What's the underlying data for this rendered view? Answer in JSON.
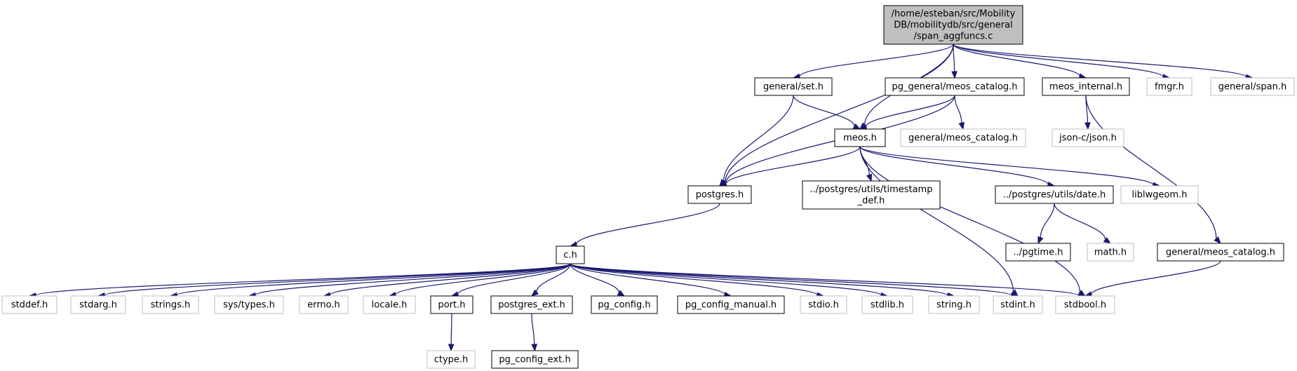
{
  "colors": {
    "edge": "#191970",
    "root_fill": "#bfbfbf",
    "box_border_black": "#000000",
    "box_border_gray": "#bfbfbf",
    "text": "#000000"
  },
  "nodes": [
    {
      "id": "root",
      "lines": [
        "/home/esteban/src/Mobility",
        "DB/mobilitydb/src/general",
        "/span_aggfuncs.c"
      ],
      "style": "root"
    },
    {
      "id": "general_set",
      "lines": [
        "general/set.h"
      ],
      "style": "black"
    },
    {
      "id": "pg_general_meos_catalog",
      "lines": [
        "pg_general/meos_catalog.h"
      ],
      "style": "black"
    },
    {
      "id": "meos_internal",
      "lines": [
        "meos_internal.h"
      ],
      "style": "black"
    },
    {
      "id": "fmgr",
      "lines": [
        "fmgr.h"
      ],
      "style": "gray"
    },
    {
      "id": "general_span",
      "lines": [
        "general/span.h"
      ],
      "style": "gray"
    },
    {
      "id": "meos",
      "lines": [
        "meos.h"
      ],
      "style": "black"
    },
    {
      "id": "general_meos_catalog_gray",
      "lines": [
        "general/meos_catalog.h"
      ],
      "style": "gray"
    },
    {
      "id": "json",
      "lines": [
        "json-c/json.h"
      ],
      "style": "gray"
    },
    {
      "id": "postgres",
      "lines": [
        "postgres.h"
      ],
      "style": "black"
    },
    {
      "id": "timestamp_def",
      "lines": [
        "../postgres/utils/timestamp",
        "_def.h"
      ],
      "style": "black"
    },
    {
      "id": "date",
      "lines": [
        "../postgres/utils/date.h"
      ],
      "style": "black"
    },
    {
      "id": "liblwgeom",
      "lines": [
        "liblwgeom.h"
      ],
      "style": "gray"
    },
    {
      "id": "pgtime",
      "lines": [
        "../pgtime.h"
      ],
      "style": "black"
    },
    {
      "id": "math",
      "lines": [
        "math.h"
      ],
      "style": "gray"
    },
    {
      "id": "general_meos_catalog",
      "lines": [
        "general/meos_catalog.h"
      ],
      "style": "black"
    },
    {
      "id": "c",
      "lines": [
        "c.h"
      ],
      "style": "black"
    },
    {
      "id": "stddef",
      "lines": [
        "stddef.h"
      ],
      "style": "gray"
    },
    {
      "id": "stdarg",
      "lines": [
        "stdarg.h"
      ],
      "style": "gray"
    },
    {
      "id": "strings",
      "lines": [
        "strings.h"
      ],
      "style": "gray"
    },
    {
      "id": "sys_types",
      "lines": [
        "sys/types.h"
      ],
      "style": "gray"
    },
    {
      "id": "errno",
      "lines": [
        "errno.h"
      ],
      "style": "gray"
    },
    {
      "id": "locale",
      "lines": [
        "locale.h"
      ],
      "style": "gray"
    },
    {
      "id": "port",
      "lines": [
        "port.h"
      ],
      "style": "black"
    },
    {
      "id": "postgres_ext",
      "lines": [
        "postgres_ext.h"
      ],
      "style": "black"
    },
    {
      "id": "pg_config",
      "lines": [
        "pg_config.h"
      ],
      "style": "black"
    },
    {
      "id": "pg_config_manual",
      "lines": [
        "pg_config_manual.h"
      ],
      "style": "black"
    },
    {
      "id": "stdio",
      "lines": [
        "stdio.h"
      ],
      "style": "gray"
    },
    {
      "id": "stdlib",
      "lines": [
        "stdlib.h"
      ],
      "style": "gray"
    },
    {
      "id": "string",
      "lines": [
        "string.h"
      ],
      "style": "gray"
    },
    {
      "id": "stdint",
      "lines": [
        "stdint.h"
      ],
      "style": "gray"
    },
    {
      "id": "stdbool",
      "lines": [
        "stdbool.h"
      ],
      "style": "gray"
    },
    {
      "id": "ctype",
      "lines": [
        "ctype.h"
      ],
      "style": "gray"
    },
    {
      "id": "pg_config_ext",
      "lines": [
        "pg_config_ext.h"
      ],
      "style": "black"
    }
  ],
  "edges": [
    [
      "root",
      "postgres"
    ],
    [
      "root",
      "general_set"
    ],
    [
      "root",
      "meos"
    ],
    [
      "root",
      "pg_general_meos_catalog"
    ],
    [
      "root",
      "meos_internal"
    ],
    [
      "root",
      "fmgr"
    ],
    [
      "root",
      "general_span"
    ],
    [
      "general_set",
      "postgres"
    ],
    [
      "general_set",
      "meos"
    ],
    [
      "pg_general_meos_catalog",
      "postgres"
    ],
    [
      "pg_general_meos_catalog",
      "meos"
    ],
    [
      "pg_general_meos_catalog",
      "general_meos_catalog_gray"
    ],
    [
      "meos_internal",
      "json"
    ],
    [
      "meos_internal",
      "general_meos_catalog"
    ],
    [
      "meos",
      "postgres"
    ],
    [
      "meos",
      "timestamp_def"
    ],
    [
      "meos",
      "date"
    ],
    [
      "meos",
      "liblwgeom"
    ],
    [
      "meos",
      "stdint"
    ],
    [
      "meos",
      "stdbool"
    ],
    [
      "postgres",
      "c"
    ],
    [
      "date",
      "pgtime"
    ],
    [
      "date",
      "math"
    ],
    [
      "general_meos_catalog",
      "stdbool"
    ],
    [
      "c",
      "stddef"
    ],
    [
      "c",
      "stdarg"
    ],
    [
      "c",
      "strings"
    ],
    [
      "c",
      "sys_types"
    ],
    [
      "c",
      "errno"
    ],
    [
      "c",
      "locale"
    ],
    [
      "c",
      "port"
    ],
    [
      "c",
      "postgres_ext"
    ],
    [
      "c",
      "pg_config"
    ],
    [
      "c",
      "pg_config_manual"
    ],
    [
      "c",
      "stdio"
    ],
    [
      "c",
      "stdlib"
    ],
    [
      "c",
      "string"
    ],
    [
      "c",
      "stdint"
    ],
    [
      "c",
      "stdbool"
    ],
    [
      "port",
      "ctype"
    ],
    [
      "postgres_ext",
      "pg_config_ext"
    ]
  ]
}
